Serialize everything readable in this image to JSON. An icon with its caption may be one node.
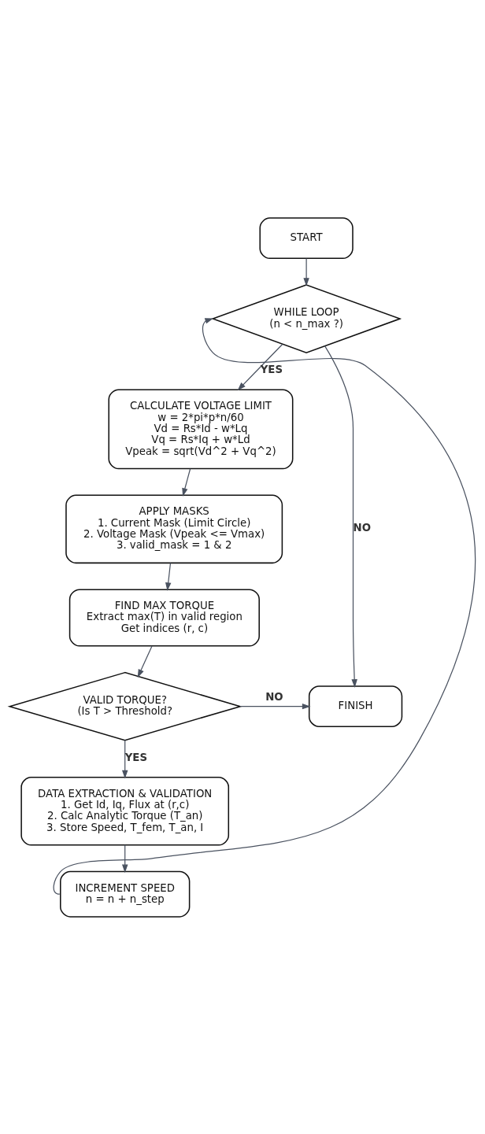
{
  "diagram": {
    "nodes": [
      {
        "text": [
          "START"
        ]
      },
      {
        "text": [
          "WHILE LOOP",
          "(n < n_max ?)"
        ]
      },
      {
        "text": [
          "CALCULATE VOLTAGE LIMIT",
          "w = 2*pi*p*n/60",
          "Vd = Rs*Id - w*Lq",
          "Vq = Rs*Iq + w*Ld",
          "Vpeak = sqrt(Vd^2 + Vq^2)"
        ]
      },
      {
        "text": [
          "APPLY MASKS",
          "1. Current Mask (Limit Circle)",
          "2. Voltage Mask (Vpeak <= Vmax)",
          "3. valid_mask = 1 & 2"
        ]
      },
      {
        "text": [
          "FIND MAX TORQUE",
          "Extract max(T) in valid region",
          "Get indices (r, c)"
        ]
      },
      {
        "text": [
          "VALID TORQUE?",
          "(Is T > Threshold?"
        ]
      },
      {
        "text": [
          "FINISH"
        ]
      },
      {
        "text": [
          "DATA EXTRACTION & VALIDATION",
          "1. Get Id, Iq, Flux at (r,c)",
          "2. Calc Analytic Torque (T_an)",
          "3. Store Speed, T_fem, T_an, I"
        ]
      },
      {
        "text": [
          "INCREMENT SPEED",
          "n = n + n_step"
        ]
      }
    ],
    "edges": [
      {
        "from": 0,
        "to": 1,
        "arrow": "to"
      },
      {
        "from": 1,
        "to": 2,
        "arrow": "to",
        "label": "YES"
      },
      {
        "from": 1,
        "to": 6,
        "arrow": "to",
        "label": "NO"
      },
      {
        "from": 2,
        "to": 3,
        "arrow": "to"
      },
      {
        "from": 3,
        "to": 4,
        "arrow": "to"
      },
      {
        "from": 4,
        "to": 5,
        "arrow": "to"
      },
      {
        "from": 5,
        "to": 6,
        "arrow": "to",
        "label": "NO"
      },
      {
        "from": 5,
        "to": 7,
        "arrow": "to",
        "label": "YES"
      },
      {
        "from": 7,
        "to": 8,
        "arrow": "to"
      },
      {
        "from": 8,
        "to": 1,
        "arrow": "to"
      }
    ]
  }
}
